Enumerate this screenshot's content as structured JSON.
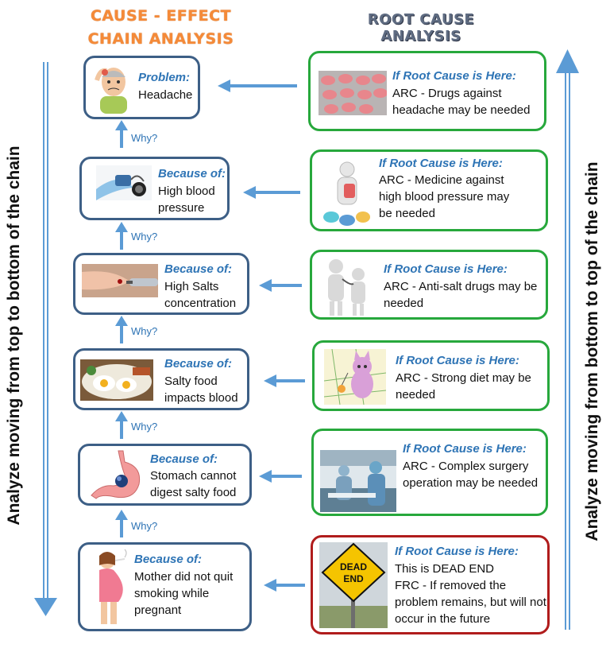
{
  "titles": {
    "left": "CAUSE - EFFECT CHAIN ANALYSIS",
    "right": "ROOT CAUSE ANALYSIS"
  },
  "side_labels": {
    "left": "Analyze moving from top to bottom of the chain",
    "right": "Analyze moving from bottom to top of the chain"
  },
  "why_label": "Why?",
  "chain": [
    {
      "heading": "Problem:",
      "text": "Headache",
      "icon": "headache-person-icon"
    },
    {
      "heading": "Because of:",
      "text": "High blood pressure",
      "icon": "blood-pressure-monitor-icon"
    },
    {
      "heading": "Because of:",
      "text": "High Salts concentration",
      "icon": "blood-test-finger-icon"
    },
    {
      "heading": "Because of:",
      "text": "Salty food impacts blood",
      "icon": "salty-food-plate-icon"
    },
    {
      "heading": "Because of:",
      "text": "Stomach cannot digest salty food",
      "icon": "stomach-icon"
    },
    {
      "heading": "Because of:",
      "text": "Mother did not quit smoking while pregnant",
      "icon": "pregnant-smoking-mother-icon"
    }
  ],
  "root_causes": [
    {
      "heading": "If Root Cause is Here:",
      "text": "ARC - Drugs against headache may be needed",
      "icon": "pills-icon",
      "status": "green"
    },
    {
      "heading": "If Root Cause is Here:",
      "text": "ARC - Medicine against high blood pressure may be needed",
      "icon": "medicine-figure-icon",
      "status": "green"
    },
    {
      "heading": "If Root Cause is Here:",
      "text": "ARC - Anti-salt drugs may be needed",
      "icon": "doctor-figures-icon",
      "status": "green"
    },
    {
      "heading": "If Root Cause is Here:",
      "text": "ARC - Strong diet may be needed",
      "icon": "cat-diet-icon",
      "status": "green"
    },
    {
      "heading": "If Root Cause is Here:",
      "text": "ARC - Complex surgery operation may be needed",
      "icon": "surgery-icon",
      "status": "green"
    },
    {
      "heading": "If Root Cause is Here:",
      "text1": "This is DEAD END",
      "text2": "FRC - If removed the problem remains, but will not occur in the future",
      "icon": "dead-end-sign-icon",
      "sign_text": "DEAD END",
      "status": "red"
    }
  ],
  "colors": {
    "chain_border": "#3d5f86",
    "green_border": "#27a83c",
    "red_border": "#b01c1c",
    "arrow": "#5b9bd5",
    "heading": "#2e74b5",
    "title_orange": "#f58a38",
    "title_gray": "#5f6c82"
  }
}
